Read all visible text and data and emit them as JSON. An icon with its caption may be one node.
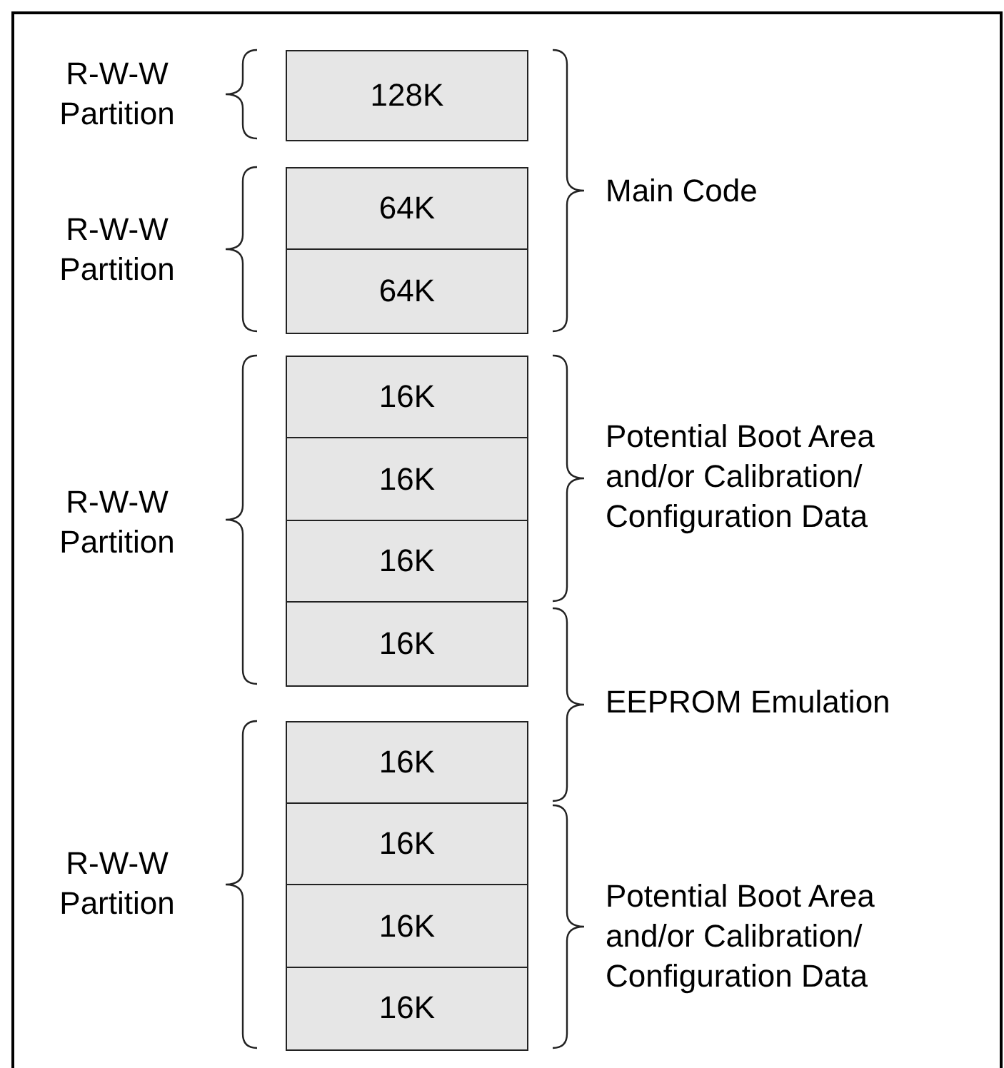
{
  "diagram": {
    "nodes": [
      {
        "text": [
          "128K"
        ]
      },
      {
        "text": [
          "64K"
        ]
      },
      {
        "text": [
          "64K"
        ]
      },
      {
        "text": [
          "16K"
        ]
      },
      {
        "text": [
          "16K"
        ]
      },
      {
        "text": [
          "16K"
        ]
      },
      {
        "text": [
          "16K"
        ]
      },
      {
        "text": [
          "16K"
        ]
      },
      {
        "text": [
          "16K"
        ]
      },
      {
        "text": [
          "16K"
        ]
      },
      {
        "text": [
          "16K"
        ]
      }
    ],
    "labels": [
      "R-W-W Partition",
      "Main Code",
      "R-W-W Partition",
      "Potential Boot Area and/or Calibration/ Configuration Data",
      "R-W-W Partition",
      "EEPROM Emulation",
      "R-W-W Partition",
      "Potential Boot Area and/or Calibration/ Configuration Data"
    ]
  }
}
